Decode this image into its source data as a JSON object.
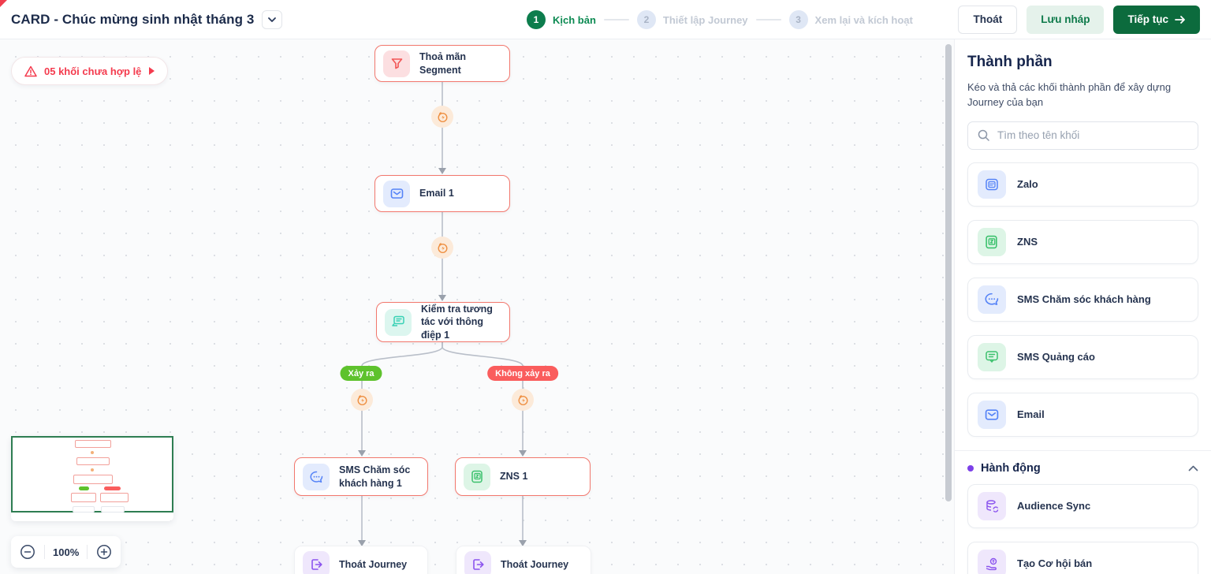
{
  "header": {
    "title": "CARD - Chúc mừng sinh nhật tháng 3",
    "steps": [
      {
        "num": "1",
        "label": "Kịch bản"
      },
      {
        "num": "2",
        "label": "Thiết lập Journey"
      },
      {
        "num": "3",
        "label": "Xem lại và kích hoạt"
      }
    ],
    "exit_label": "Thoát",
    "save_draft_label": "Lưu nháp",
    "continue_label": "Tiếp tục"
  },
  "canvas": {
    "error_badge": {
      "label": "05 khối chưa hợp lệ"
    },
    "zoom_level": "100%",
    "branches": {
      "yes": "Xảy ra",
      "no": "Không xảy ra"
    },
    "nodes": {
      "segment": {
        "label": "Thoả mãn Segment"
      },
      "email": {
        "label": "Email 1"
      },
      "check": {
        "label": "Kiểm tra tương tác với thông điệp 1"
      },
      "sms": {
        "label": "SMS Chăm sóc khách hàng 1"
      },
      "zns": {
        "label": "ZNS 1"
      },
      "exit_left": {
        "label": "Thoát Journey"
      },
      "exit_right": {
        "label": "Thoát Journey"
      }
    }
  },
  "sidebar": {
    "title": "Thành phần",
    "description": "Kéo và thả các khối thành phần để xây dựng Journey của bạn",
    "search_placeholder": "Tìm theo tên khối",
    "channel_items": [
      {
        "label": "Zalo"
      },
      {
        "label": "ZNS"
      },
      {
        "label": "SMS Chăm sóc khách hàng"
      },
      {
        "label": "SMS Quảng cáo"
      },
      {
        "label": "Email"
      }
    ],
    "action_section": {
      "title": "Hành động",
      "items": [
        {
          "label": "Audience Sync"
        },
        {
          "label": "Tạo Cơ hội bán"
        }
      ]
    }
  },
  "colors": {
    "primary_green": "#0c6b3d",
    "step_green": "#0d7d4d",
    "error_red": "#f43b4e",
    "node_border_red": "#f2776d",
    "branch_yes_green": "#5ec22d",
    "branch_no_red": "#fa5d5d",
    "action_purple": "#7c40e8",
    "delay_orange": "#ee8f41"
  }
}
